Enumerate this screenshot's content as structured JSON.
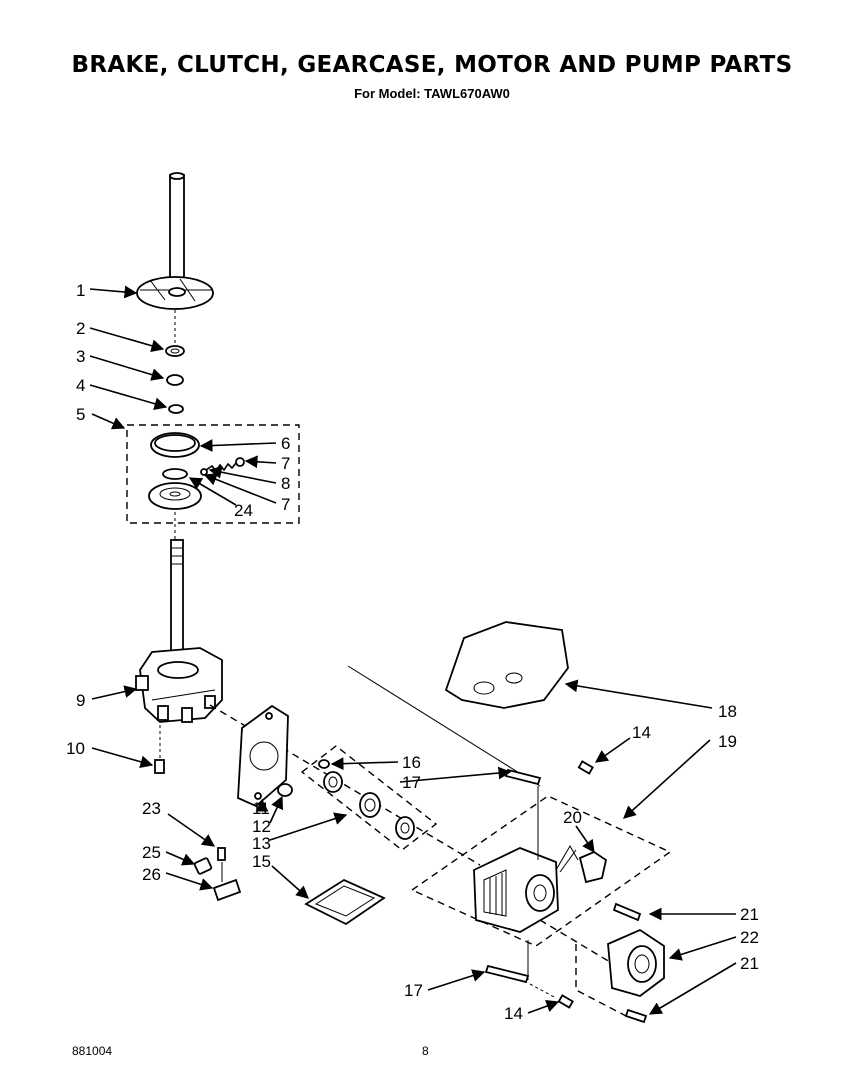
{
  "header": {
    "title": "BRAKE, CLUTCH, GEARCASE, MOTOR AND PUMP PARTS",
    "subtitle": "For Model: TAWL670AW0"
  },
  "footer": {
    "code": "881004",
    "page": "8"
  },
  "callouts": {
    "c1": "1",
    "c2": "2",
    "c3": "3",
    "c4": "4",
    "c5": "5",
    "c6": "6",
    "c7a": "7",
    "c8": "8",
    "c7b": "7",
    "c24": "24",
    "c9": "9",
    "c10": "10",
    "c11": "11",
    "c12": "12",
    "c13": "13",
    "c14a": "14",
    "c15": "15",
    "c16": "16",
    "c17a": "17",
    "c18": "18",
    "c19": "19",
    "c20": "20",
    "c21a": "21",
    "c22": "22",
    "c21b": "21",
    "c23": "23",
    "c25": "25",
    "c26": "26",
    "c17b": "17",
    "c14b": "14"
  }
}
